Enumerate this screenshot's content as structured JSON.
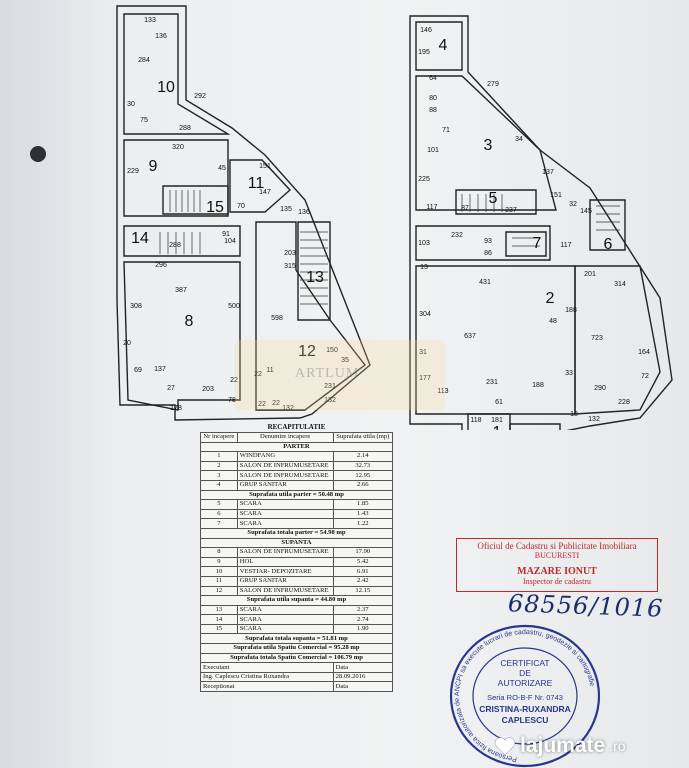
{
  "plan": {
    "rooms_left": [
      "10",
      "9",
      "11",
      "15",
      "14",
      "8",
      "13",
      "12"
    ],
    "rooms_right": [
      "4",
      "3",
      "5",
      "7",
      "6",
      "2",
      "1"
    ],
    "dims_left": [
      "133",
      "136",
      "284",
      "292",
      "30",
      "75",
      "288",
      "320",
      "229",
      "70",
      "151",
      "147",
      "45",
      "135",
      "136",
      "91",
      "288",
      "104",
      "296",
      "387",
      "308",
      "500",
      "20",
      "69",
      "137",
      "27",
      "203",
      "22",
      "178",
      "132",
      "22",
      "203",
      "315",
      "598",
      "11",
      "150",
      "35",
      "231",
      "132",
      "22",
      "78",
      "22"
    ],
    "dims_right": [
      "146",
      "195",
      "64",
      "279",
      "80",
      "88",
      "71",
      "101",
      "34",
      "137",
      "225",
      "117",
      "87",
      "237",
      "151",
      "32",
      "145",
      "232",
      "93",
      "86",
      "103",
      "117",
      "431",
      "201",
      "13",
      "304",
      "637",
      "188",
      "723",
      "48",
      "314",
      "31",
      "113",
      "177",
      "231",
      "61",
      "188",
      "33",
      "290",
      "164",
      "72",
      "228",
      "18",
      "132",
      "118",
      "181"
    ]
  },
  "recap": {
    "title": "RECAPITULATIE",
    "col_nr": "Nr incapere",
    "col_name": "Denumire incapere",
    "col_area": "Suprafata utila (mp)",
    "sec_parter": "PARTER",
    "parter_rows": [
      {
        "nr": "1",
        "name": "WINDFANG",
        "area": "2.14"
      },
      {
        "nr": "2",
        "name": "SALON DE INFRUMUSETARE",
        "area": "32.73"
      },
      {
        "nr": "3",
        "name": "SALON DE INFRUMUSETARE",
        "area": "12.95"
      },
      {
        "nr": "4",
        "name": "GRUP SANITAR",
        "area": "2.66"
      }
    ],
    "sum_parter_utila": "Suprafata utila parter = 50.48 mp",
    "parter_stairs": [
      {
        "nr": "5",
        "name": "SCARA",
        "area": "1.85"
      },
      {
        "nr": "6",
        "name": "SCARA",
        "area": "1.43"
      },
      {
        "nr": "7",
        "name": "SCARA",
        "area": "1.22"
      }
    ],
    "sum_parter_totala": "Suprafata totala parter = 54.98 mp",
    "sec_supanta": "SUPANTA",
    "supanta_rows": [
      {
        "nr": "8",
        "name": "SALON DE INFRUMUSETARE",
        "area": "17.90"
      },
      {
        "nr": "9",
        "name": "HOL",
        "area": "5.42"
      },
      {
        "nr": "10",
        "name": "VESTIAR- DEPOZITARE",
        "area": "6.91"
      },
      {
        "nr": "11",
        "name": "GRUP SANITAR",
        "area": "2.42"
      },
      {
        "nr": "12",
        "name": "SALON DE INFRUMUSETARE",
        "area": "12.15"
      }
    ],
    "sum_supanta_utila": "Suprafata utila supanta = 44.80 mp",
    "supanta_stairs": [
      {
        "nr": "13",
        "name": "SCARA",
        "area": "2.37"
      },
      {
        "nr": "14",
        "name": "SCARA",
        "area": "2.74"
      },
      {
        "nr": "15",
        "name": "SCARA",
        "area": "1.90"
      }
    ],
    "sum_supanta_totala": "Suprafata totala supanta = 51.81 mp",
    "sum_comercial_utila": "Suprafata utila Spatiu Comercial = 95.28 mp",
    "sum_comercial_totala": "Suprafata totala Spatiu Comercial = 106.79 mp",
    "executant_label": "Executant",
    "data_label": "Data",
    "executant_name": "Ing. Caplescu Cristina Ruxandra",
    "date": "28.09.2016",
    "receptionat_label": "Receptionat",
    "data_label2": "Data"
  },
  "stamp": {
    "line1": "Oficiul de Cadastru si Publicitate Imobiliara",
    "line2": "BUCURESTI",
    "name": "MAZARE IONUT",
    "role": "Inspector de cadastru"
  },
  "handwritten_number": "68556/1016",
  "seal": {
    "title1": "CERTIFICAT",
    "title2": "DE",
    "title3": "AUTORIZARE",
    "serie": "Seria RO-B-F Nr. 0743",
    "name1": "CRISTINA-RUXANDRA",
    "name2": "CAPLESCU",
    "ring_text": "Persoana fizica autorizata de ANCPI sa execute lucrari de cadastru, geodezie si cartografie"
  },
  "watermark": "ARTLUM",
  "footer": {
    "brand": "lajumate",
    "tld": ".ro"
  },
  "colors": {
    "stamp_red": "#c0282c",
    "ink_blue": "#1e2a6e",
    "seal_blue": "#2a3590"
  }
}
